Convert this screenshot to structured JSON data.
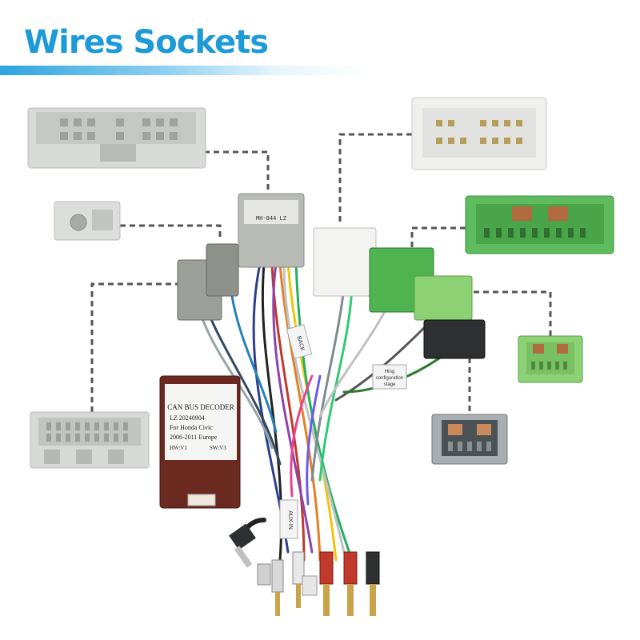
{
  "page": {
    "title": "Wires Sockets"
  },
  "decoder": {
    "line1": "CAN BUS DECODER",
    "line2": "LZ  20240904",
    "line3": "For Honda Civic",
    "line4": "2006-2011 Europe",
    "hw": "HW:V1",
    "sw": "SW:V3"
  },
  "main_box": {
    "model": "MH-844 LZ"
  },
  "cable_tags": {
    "back": "BACK",
    "aux_in": "AUX-IN",
    "wiring_config_1": "Hing",
    "wiring_config_2": "configuration",
    "wiring_config_3": "stage"
  },
  "colors": {
    "title": "#1d9ad8",
    "grey_connector": "#d6d8d6",
    "green_connector": "#5ebc5e",
    "light_green_connector": "#8cd174",
    "white_connector": "#f1f1ef",
    "decoder_box": "#6b2a20"
  }
}
